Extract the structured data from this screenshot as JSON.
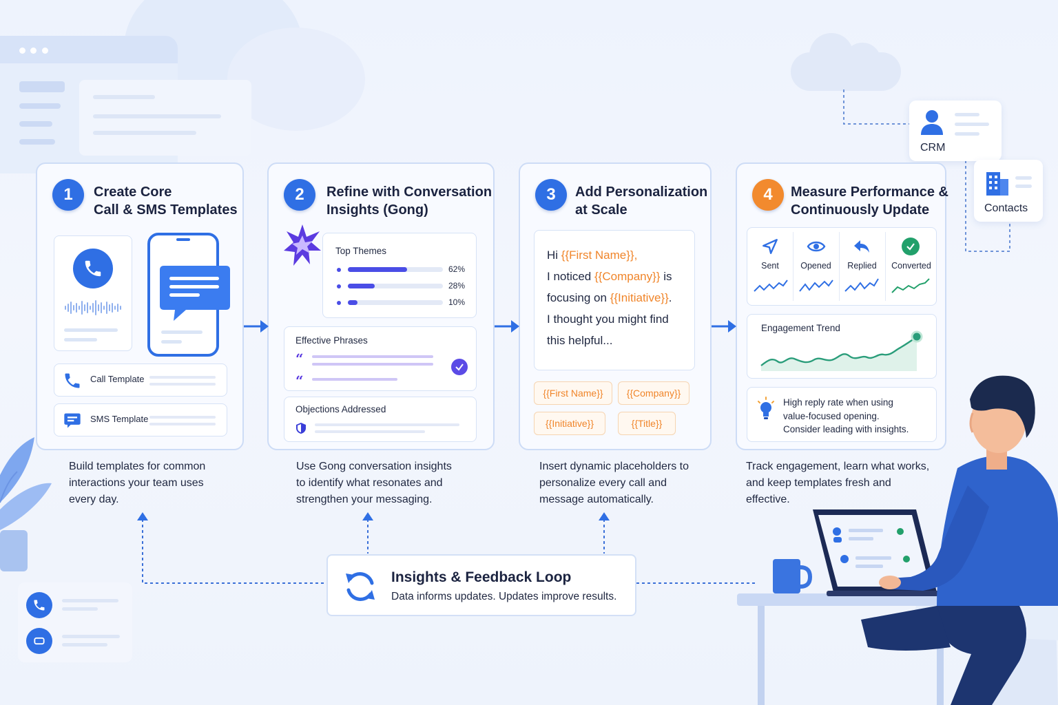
{
  "steps": [
    {
      "number": "1",
      "title_lines": [
        "Create Core",
        "Call & SMS Templates"
      ],
      "call_template_label": "Call Template",
      "sms_template_label": "SMS Template",
      "description_lines": [
        "Build templates for common",
        "interactions your team uses",
        "every day."
      ]
    },
    {
      "number": "2",
      "title_lines": [
        "Refine with Conversation",
        "Insights (Gong)"
      ],
      "top_themes": {
        "label": "Top Themes",
        "items": [
          {
            "percent_label": "62%",
            "value": 62
          },
          {
            "percent_label": "28%",
            "value": 28
          },
          {
            "percent_label": "10%",
            "value": 10
          }
        ]
      },
      "effective_phrases_label": "Effective Phrases",
      "objections_label": "Objections Addressed",
      "description_lines": [
        "Use Gong conversation insights",
        "to identify what resonates and",
        "strengthen your messaging."
      ]
    },
    {
      "number": "3",
      "title_lines": [
        "Add Personalization",
        "at Scale"
      ],
      "message": {
        "l1_a": "Hi ",
        "l1_ph": "{{First Name}},",
        "l2_a": "I noticed ",
        "l2_ph": "{{Company}}",
        "l2_b": " is",
        "l3_a": "focusing on ",
        "l3_ph": "{{Initiative}}",
        "l3_b": ".",
        "l4": "I thought you might find",
        "l5": "this helpful..."
      },
      "placeholders": [
        "{{First Name}}",
        "{{Company}}",
        "{{Initiative}}",
        "{{Title}}"
      ],
      "description_lines": [
        "Insert dynamic placeholders to",
        "personalize every call and",
        "message automatically."
      ]
    },
    {
      "number": "4",
      "title_lines": [
        "Measure Performance &",
        "Continuously Update"
      ],
      "metrics": [
        "Sent",
        "Opened",
        "Replied",
        "Converted"
      ],
      "engagement_label": "Engagement Trend",
      "insight_lines": [
        "High reply rate when using",
        "value-focused opening.",
        "Consider leading with insights."
      ],
      "description_lines": [
        "Track engagement, learn what works,",
        "and keep templates fresh and",
        "effective."
      ]
    }
  ],
  "loop": {
    "title": "Insights & Feedback Loop",
    "subtitle": "Data informs updates. Updates improve results."
  },
  "integrations": {
    "crm": "CRM",
    "contacts": "Contacts"
  },
  "colors": {
    "primary": "#2f6fe4",
    "accent_orange": "#f28a2e",
    "purple": "#4a4de6",
    "green": "#22a06b"
  }
}
